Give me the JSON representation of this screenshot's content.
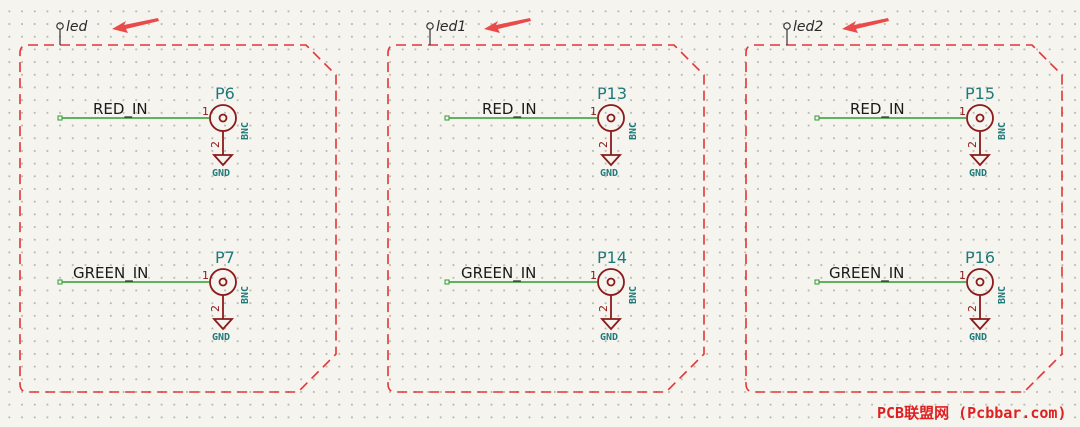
{
  "blocks": [
    {
      "sheet_name": "led",
      "connectors": [
        {
          "net": "RED_IN",
          "ref": "P6",
          "value": "BNC",
          "pin1": "1",
          "pin2": "2",
          "ground": "GND"
        },
        {
          "net": "GREEN_IN",
          "ref": "P7",
          "value": "BNC",
          "pin1": "1",
          "pin2": "2",
          "ground": "GND"
        }
      ]
    },
    {
      "sheet_name": "led1",
      "connectors": [
        {
          "net": "RED_IN",
          "ref": "P13",
          "value": "BNC",
          "pin1": "1",
          "pin2": "2",
          "ground": "GND"
        },
        {
          "net": "GREEN_IN",
          "ref": "P14",
          "value": "BNC",
          "pin1": "1",
          "pin2": "2",
          "ground": "GND"
        }
      ]
    },
    {
      "sheet_name": "led2",
      "connectors": [
        {
          "net": "RED_IN",
          "ref": "P15",
          "value": "BNC",
          "pin1": "1",
          "pin2": "2",
          "ground": "GND"
        },
        {
          "net": "GREEN_IN",
          "ref": "P16",
          "value": "BNC",
          "pin1": "1",
          "pin2": "2",
          "ground": "GND"
        }
      ]
    }
  ],
  "watermark": "PCB联盟网 (Pcbbar.com)",
  "colors": {
    "background": "#f5f4ef",
    "wire": "#2e9b2e",
    "symbol": "#8b1b1b",
    "reference_text": "#1f7a7a",
    "sheet_border": "#e03636",
    "annotation_arrow": "#e94a4a",
    "watermark": "#e02020"
  }
}
